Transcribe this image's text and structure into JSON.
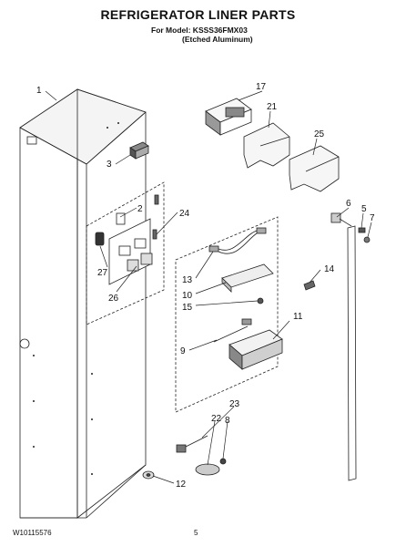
{
  "header": {
    "title": "REFRIGERATOR LINER PARTS",
    "model_line": "For Model: KSSS36FMX03",
    "finish_line": "(Etched Aluminum)"
  },
  "footer": {
    "doc_number": "W10115576",
    "page_number": "5"
  },
  "callouts": {
    "c1": "1",
    "c2": "2",
    "c3": "3",
    "c5": "5",
    "c6": "6",
    "c7": "7",
    "c8": "8",
    "c9": "9",
    "c10": "10",
    "c11": "11",
    "c12": "12",
    "c13": "13",
    "c14": "14",
    "c15": "15",
    "c17": "17",
    "c21": "21",
    "c22": "22",
    "c23": "23",
    "c24": "24",
    "c25": "25",
    "c26": "26",
    "c27": "27"
  }
}
